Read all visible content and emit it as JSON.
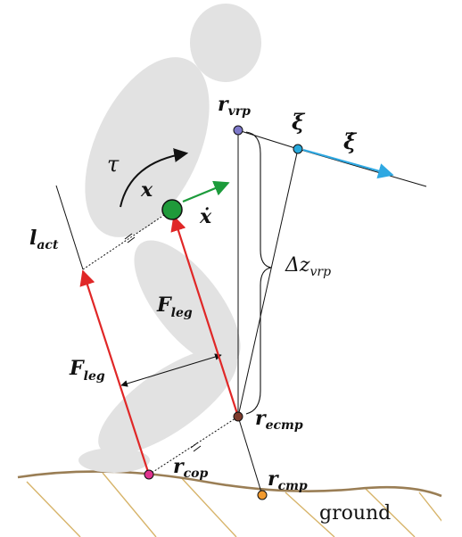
{
  "labels": {
    "r_vrp": {
      "main": "r",
      "sub": "vrp"
    },
    "xi": "ξ",
    "xi_dot": "ξ̇",
    "tau": "τ",
    "x": "x",
    "x_dot": "ẋ",
    "l_act": {
      "main": "l",
      "sub": "act"
    },
    "F_leg_upper": {
      "main": "F",
      "sub": "leg"
    },
    "F_leg_lower": {
      "main": "F",
      "sub": "leg"
    },
    "delta_z_vrp": {
      "main": "Δz",
      "sub": "vrp"
    },
    "r_ecmp": {
      "main": "r",
      "sub": "ecmp"
    },
    "r_cop": {
      "main": "r",
      "sub": "cop"
    },
    "r_cmp": {
      "main": "r",
      "sub": "cmp"
    },
    "ground": "ground"
  },
  "colors": {
    "body_fill": "#e2e2e2",
    "force_red": "#e02727",
    "velocity_green": "#1c9b3b",
    "xi_dot_blue": "#2ea8e2",
    "com_green": "#1f9a3a",
    "vrp_purple": "#7d78c9",
    "xi_cyan": "#27a9dc",
    "ecmp_brown": "#7d3a2c",
    "cop_magenta": "#e0338e",
    "cmp_orange": "#f29a2e",
    "ground_line": "#9a7e55",
    "ground_hatch": "#d7b46a"
  }
}
